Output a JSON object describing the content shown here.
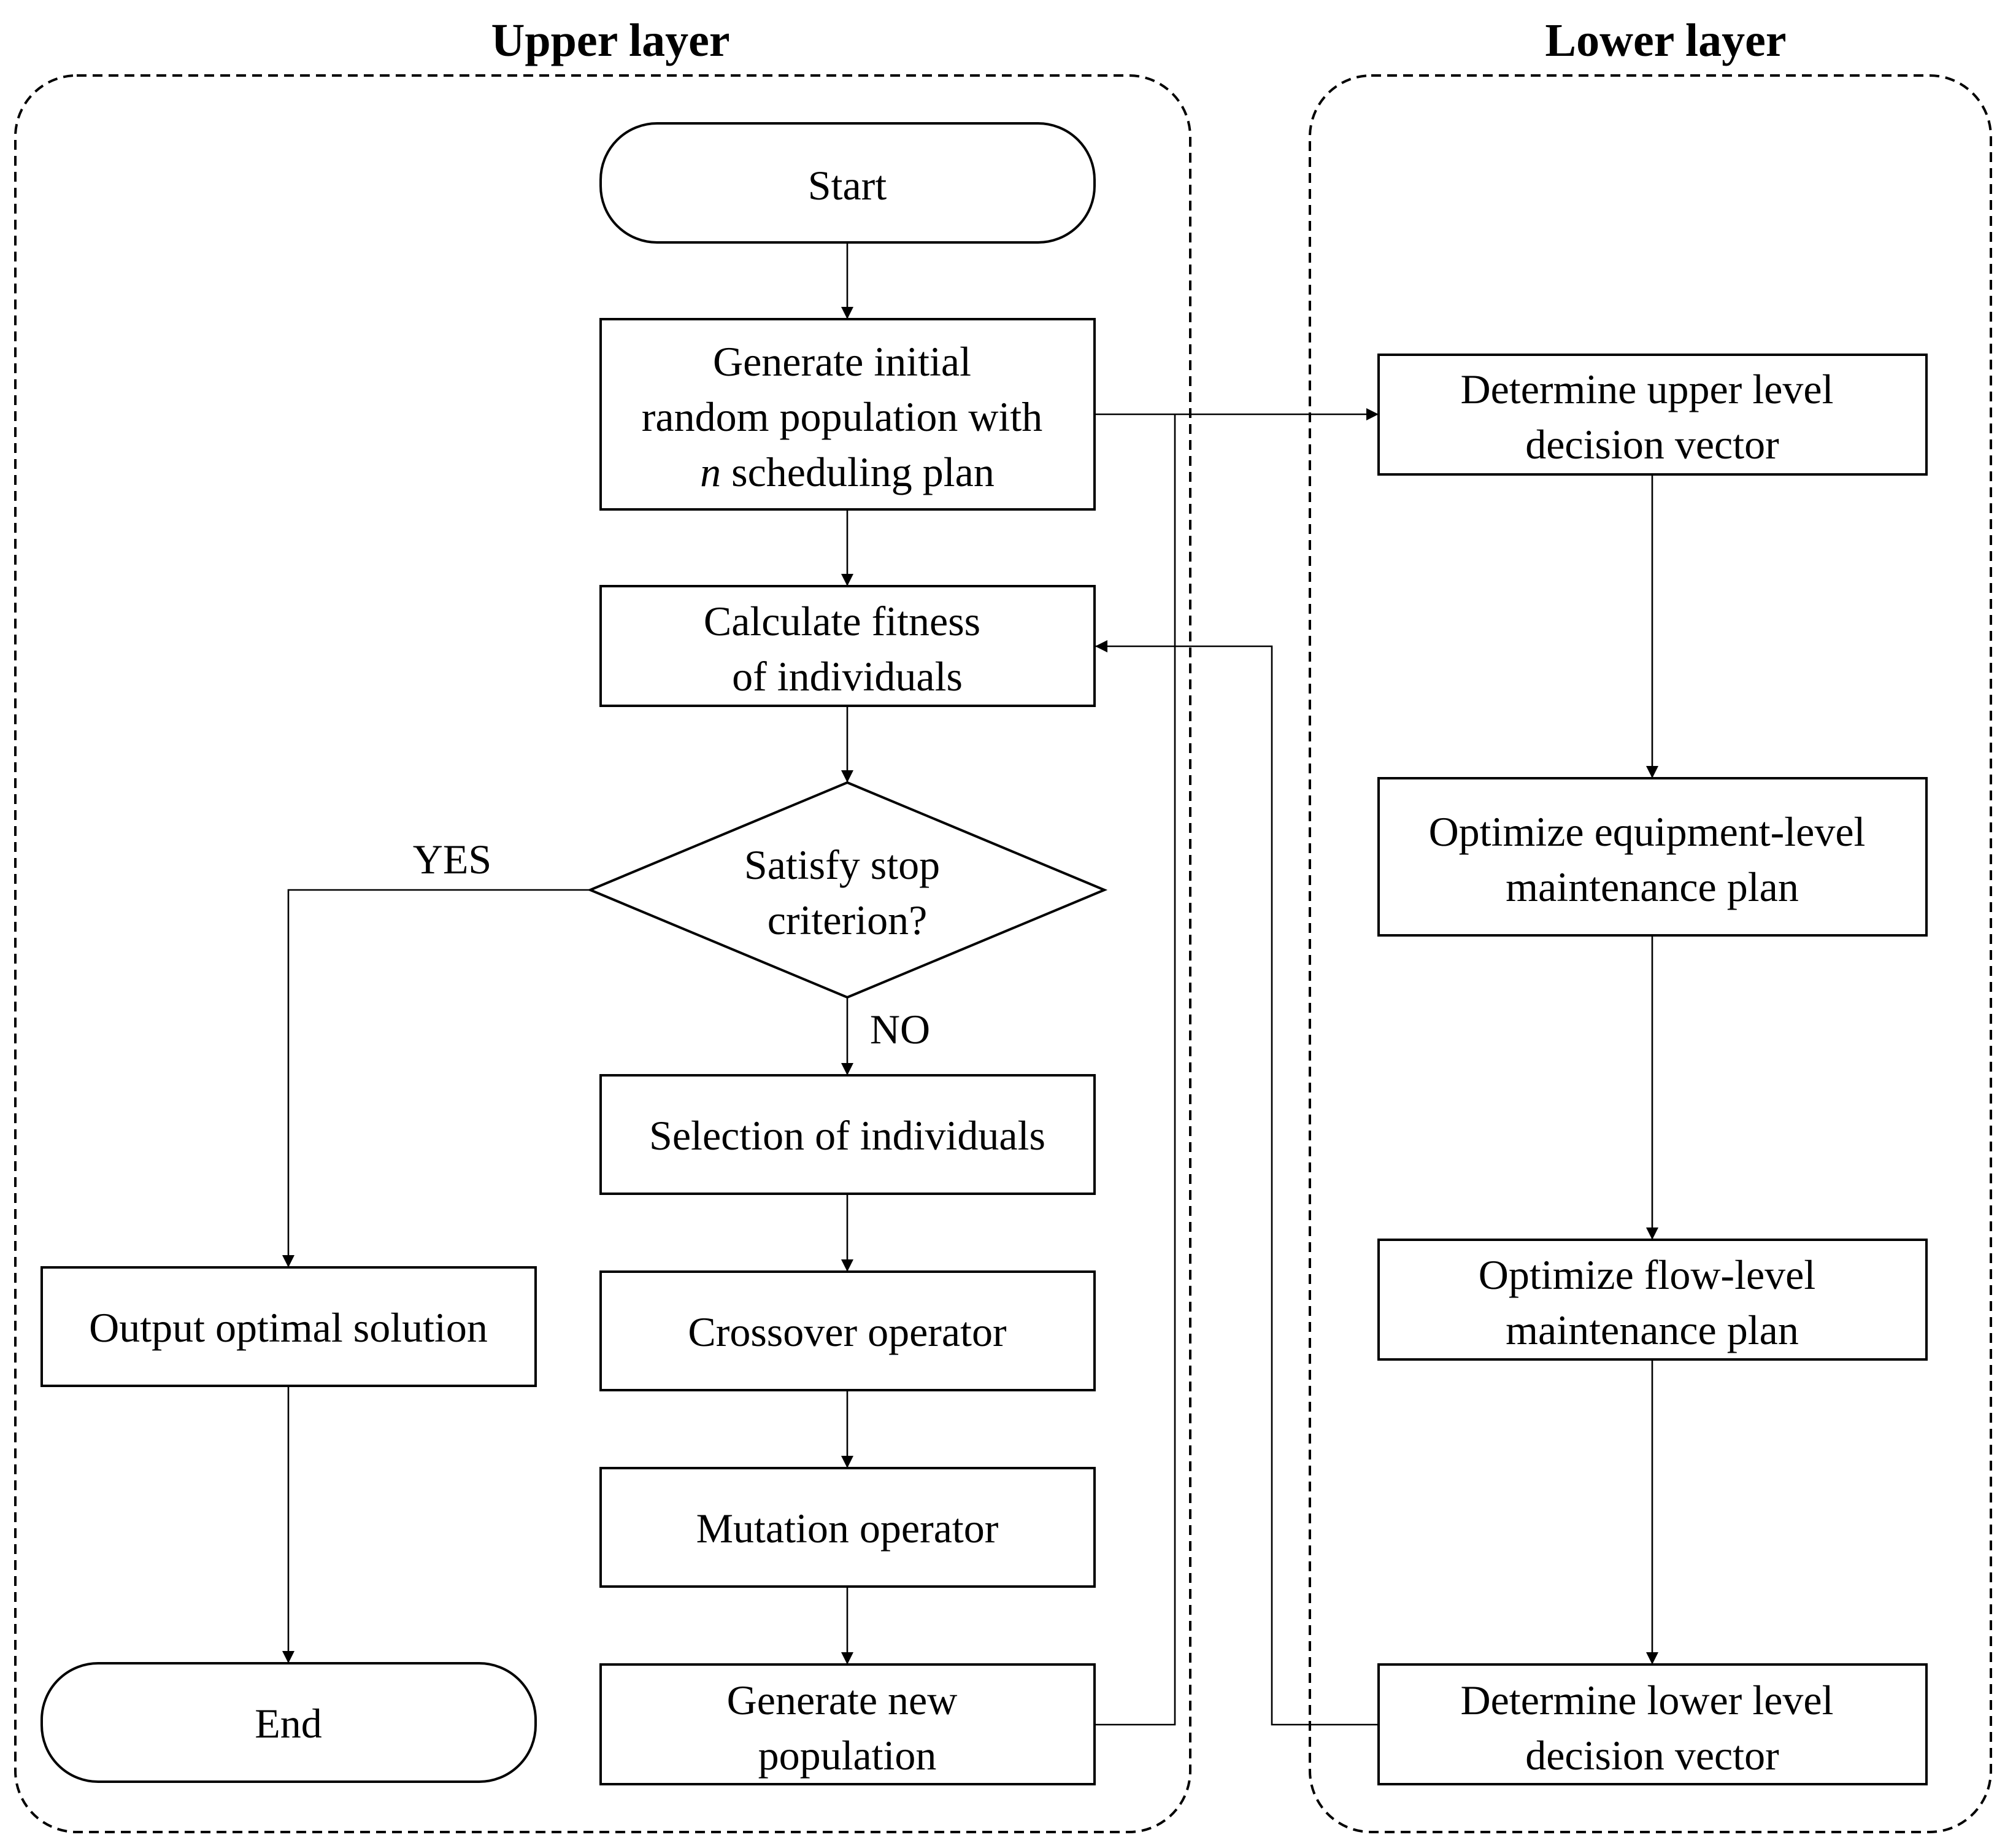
{
  "titles": {
    "upper_layer": "Upper layer",
    "lower_layer": "Lower layer"
  },
  "upper": {
    "start": "Start",
    "generate_initial": {
      "line1": "Generate initial",
      "line2": "random population with",
      "line3_var": "n",
      "line3_rest": " scheduling plan"
    },
    "calculate_fitness": {
      "line1": "Calculate fitness",
      "line2": "of individuals"
    },
    "decision": {
      "line1": "Satisfy stop",
      "line2": "criterion?"
    },
    "yes_label": "YES",
    "no_label": "NO",
    "selection": "Selection of individuals",
    "crossover": "Crossover operator",
    "mutation": "Mutation operator",
    "generate_new": {
      "line1": "Generate new",
      "line2": "population"
    },
    "output": "Output optimal solution",
    "end": "End"
  },
  "lower": {
    "determine_upper": {
      "line1": "Determine upper level",
      "line2": "decision vector"
    },
    "optimize_equipment": {
      "line1": "Optimize equipment-level",
      "line2": "maintenance plan"
    },
    "optimize_flow": {
      "line1": "Optimize flow-level",
      "line2": "maintenance plan"
    },
    "determine_lower": {
      "line1": "Determine lower level",
      "line2": "decision vector"
    }
  }
}
